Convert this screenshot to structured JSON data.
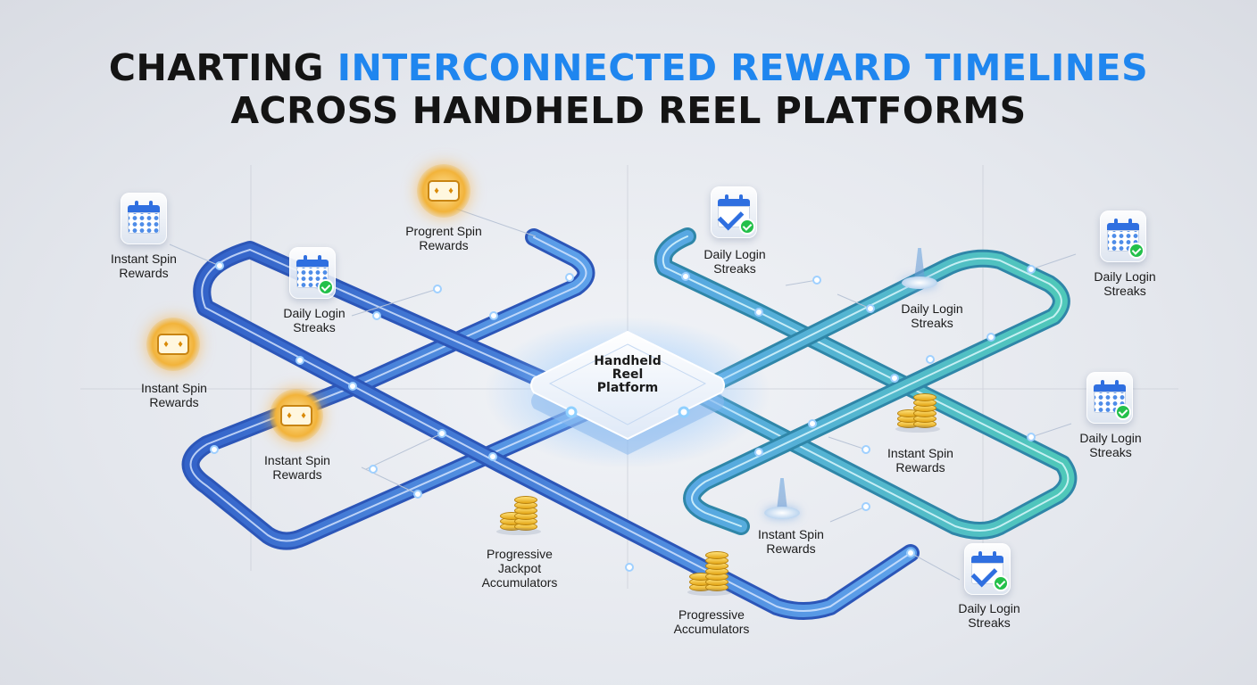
{
  "title": {
    "line1_part1": "CHARTING ",
    "line1_part2": "INTERCONNECTED REWARD TIMELINES",
    "line2": "ACROSS HANDHELD REEL PLATFORMS"
  },
  "hub": {
    "line1": "Handheld",
    "line2": "Reel",
    "line3": "Platform"
  },
  "colors": {
    "accent": "#1f86ef",
    "left_track": "#3d79dd",
    "right_track": "#45b4c8",
    "check": "#23c04a",
    "gold": "#f2b33a"
  },
  "nodes": [
    {
      "id": "n1",
      "icon": "calendar-icon",
      "label": [
        "Instant Spin",
        "Rewards"
      ]
    },
    {
      "id": "n2",
      "icon": "slot-reel-icon",
      "label": [
        "Progrent Spin",
        "Rewards"
      ]
    },
    {
      "id": "n3",
      "icon": "calendar-check-icon",
      "label": [
        "Daily Login",
        "Streaks"
      ]
    },
    {
      "id": "n4",
      "icon": "slot-reel-icon",
      "label": [
        "Instant Spin",
        "Rewards"
      ]
    },
    {
      "id": "n5",
      "icon": "slot-reel-icon",
      "label": [
        "Instant Spin",
        "Rewards"
      ]
    },
    {
      "id": "n6",
      "icon": "coin-stack-icon",
      "label": [
        "Progressive",
        "Jackpot",
        "Accumulators"
      ]
    },
    {
      "id": "n7",
      "icon": "coin-stack-icon",
      "label": [
        "Progressive",
        "Accumulators"
      ]
    },
    {
      "id": "n8",
      "icon": "calendar-check-icon",
      "label": [
        "Daily Login",
        "Streaks"
      ]
    },
    {
      "id": "n9",
      "icon": "beacon-icon",
      "label": [
        "Daily Login",
        "Streaks"
      ]
    },
    {
      "id": "n10",
      "icon": "calendar-check-icon",
      "label": [
        "Daily Login",
        "Streaks"
      ]
    },
    {
      "id": "n11",
      "icon": "coin-stack-icon",
      "label": [
        "Instant Spin",
        "Rewards"
      ]
    },
    {
      "id": "n12",
      "icon": "calendar-check-icon",
      "label": [
        "Daily Login",
        "Streaks"
      ]
    },
    {
      "id": "n13",
      "icon": "beacon-icon",
      "label": [
        "Instant Spin",
        "Rewards"
      ]
    },
    {
      "id": "n14",
      "icon": "calendar-check-icon",
      "label": [
        "Daily Login",
        "Streaks"
      ]
    }
  ]
}
